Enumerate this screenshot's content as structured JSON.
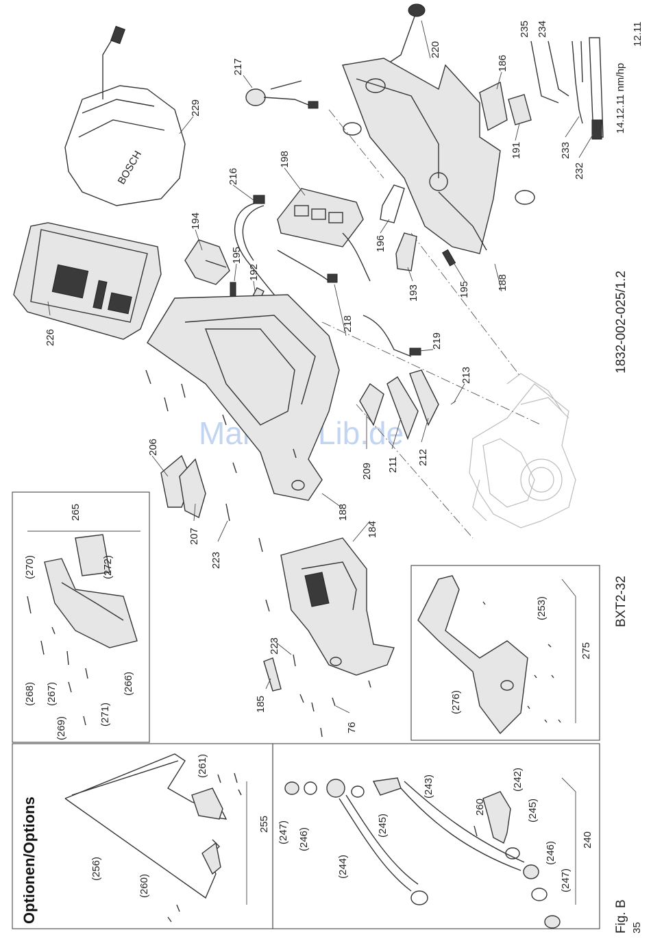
{
  "figure": {
    "label": "Fig. B",
    "page_number": "35"
  },
  "model": "BXT2-32",
  "drawing_number": "1832-002-025/1.2",
  "revision_note": "14.12.11 nm/hp",
  "revision_code": "12.11",
  "watermark": "ManualsLib.de",
  "options_title": "Optionen/Options",
  "parts": {
    "p229": "229",
    "p226": "226",
    "p194": "194",
    "p195a": "195",
    "p192": "192",
    "p216": "216",
    "p198": "198",
    "p217": "217",
    "p220": "220",
    "p186": "186",
    "p235": "235",
    "p234": "234",
    "p191": "191",
    "p233": "233",
    "p232": "232",
    "p196": "196",
    "p193": "193",
    "p195b": "195",
    "p188a": "188",
    "p218": "218",
    "p219": "219",
    "p213": "213",
    "p212": "212",
    "p211": "211",
    "p209": "209",
    "p188b": "188",
    "p206": "206",
    "p207": "207",
    "p223a": "223",
    "p184": "184",
    "p223b": "223",
    "p185": "185",
    "p76": "76"
  },
  "option_boxes": {
    "box_265": {
      "group": "265",
      "items": [
        "(270)",
        "(272)",
        "(268)",
        "(267)",
        "(269)",
        "(271)",
        "(266)"
      ]
    },
    "box_275": {
      "group": "275",
      "items": [
        "(253)",
        "(276)"
      ]
    },
    "box_255": {
      "group": "255",
      "items": [
        "(261)",
        "(256)",
        "(260)"
      ]
    },
    "box_240": {
      "group": "240",
      "items": [
        "(247)",
        "(246)",
        "(245)",
        "(244)",
        "(243)",
        "(242)",
        "260",
        "(245)",
        "(246)",
        "(247)"
      ]
    }
  }
}
